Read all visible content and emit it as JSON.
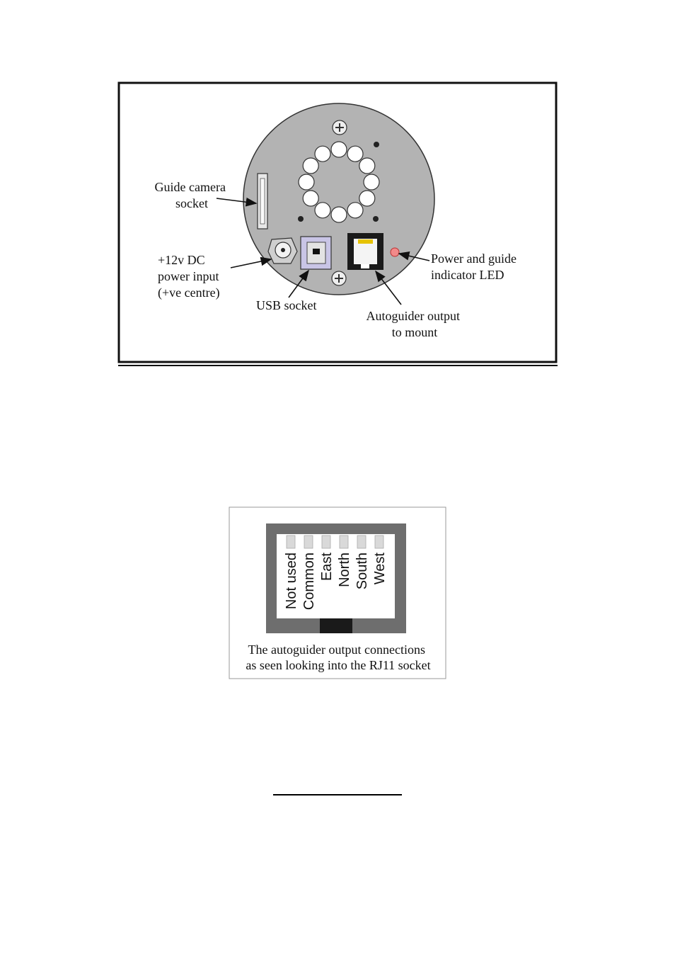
{
  "camera_diagram": {
    "labels": {
      "guide_camera_socket": [
        "Guide camera",
        "socket"
      ],
      "power_input": [
        "+12v DC",
        "power input",
        "(+ve centre)"
      ],
      "usb_socket": [
        "USB socket"
      ],
      "led": [
        "Power and guide",
        "indicator LED"
      ],
      "autoguider_output": [
        "Autoguider output",
        "to mount"
      ]
    },
    "colors": {
      "body_fill": "#b3b3b3",
      "led": "#f28a8a",
      "usb_fill": "#c9c5e6",
      "rj11_socket": "#1a1a1a",
      "rj11_pins": "#e6c200"
    }
  },
  "rj11_diagram": {
    "pins": [
      "Not used",
      "Common",
      "East",
      "North",
      "South",
      "West"
    ],
    "caption": [
      "The autoguider output connections",
      "as seen looking into the RJ11 socket"
    ],
    "colors": {
      "frame": "#6e6e6e",
      "pin_fill": "#d9d9d9",
      "tab": "#1a1a1a"
    }
  }
}
